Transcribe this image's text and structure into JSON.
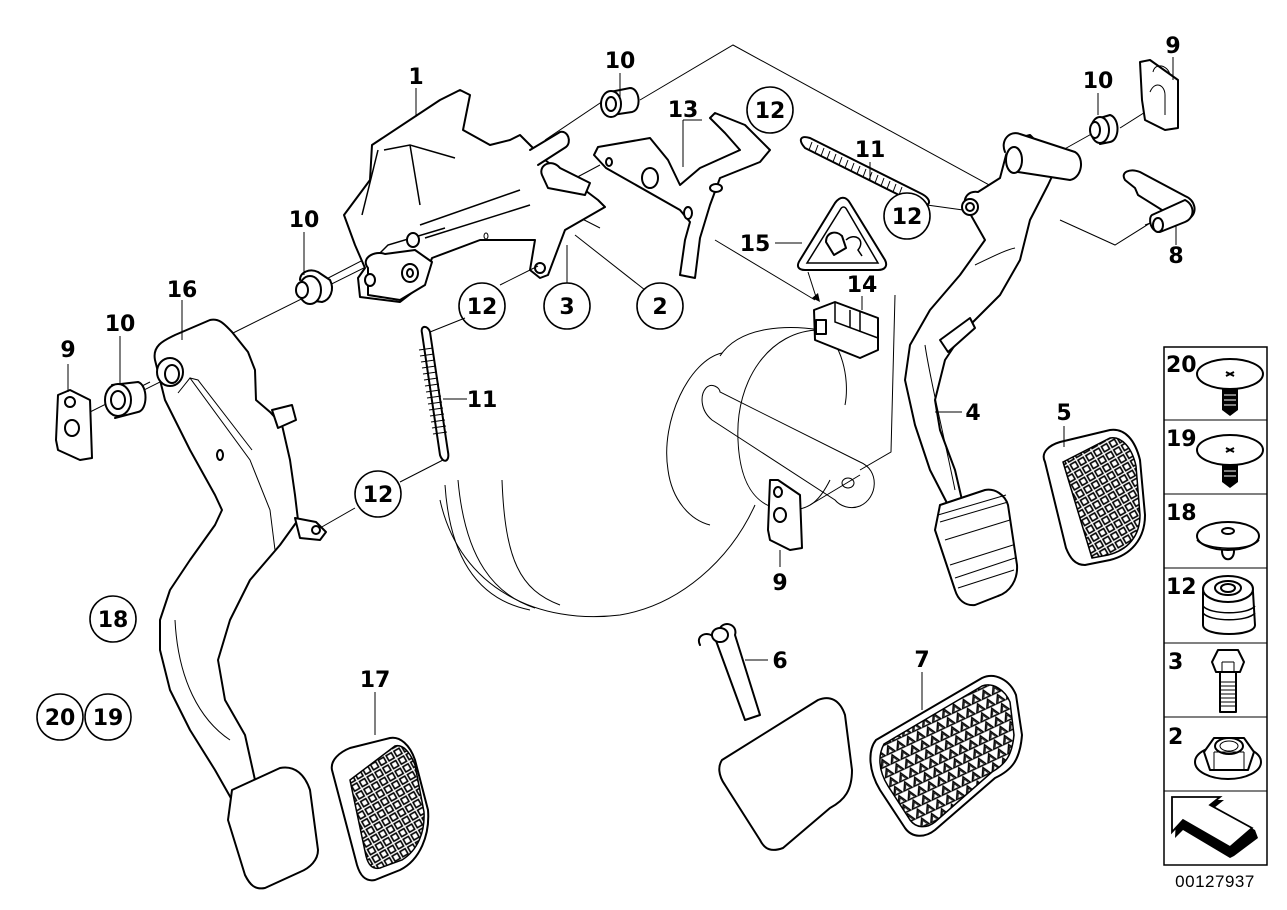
{
  "diagram": {
    "type": "exploded parts diagram",
    "subject": "pedal assembly",
    "diagram_number": "00127937",
    "callouts": [
      {
        "id": "c1",
        "label": "1",
        "circled": false,
        "part": "pedal bracket"
      },
      {
        "id": "c2",
        "label": "2",
        "circled": true,
        "part": "hex collar nut"
      },
      {
        "id": "c3",
        "label": "3",
        "circled": true,
        "part": "hex bolt"
      },
      {
        "id": "c4",
        "label": "4",
        "circled": false,
        "part": "brake pedal"
      },
      {
        "id": "c5",
        "label": "5",
        "circled": false,
        "part": "brake pedal pad"
      },
      {
        "id": "c6",
        "label": "6",
        "circled": false,
        "part": "accelerator pedal"
      },
      {
        "id": "c7",
        "label": "7",
        "circled": false,
        "part": "accelerator pedal pad"
      },
      {
        "id": "c8",
        "label": "8",
        "circled": false,
        "part": "pin with clip"
      },
      {
        "id": "c9a",
        "label": "9",
        "circled": false,
        "part": "retaining clip"
      },
      {
        "id": "c9b",
        "label": "9",
        "circled": false,
        "part": "retaining clip"
      },
      {
        "id": "c9c",
        "label": "9",
        "circled": false,
        "part": "retaining clip"
      },
      {
        "id": "c10a",
        "label": "10",
        "circled": false,
        "part": "bushing"
      },
      {
        "id": "c10b",
        "label": "10",
        "circled": false,
        "part": "bushing"
      },
      {
        "id": "c10c",
        "label": "10",
        "circled": false,
        "part": "bushing"
      },
      {
        "id": "c10d",
        "label": "10",
        "circled": false,
        "part": "bushing"
      },
      {
        "id": "c11a",
        "label": "11",
        "circled": false,
        "part": "tension spring"
      },
      {
        "id": "c11b",
        "label": "11",
        "circled": false,
        "part": "tension spring"
      },
      {
        "id": "c12a",
        "label": "12",
        "circled": true,
        "part": "rubber buffer"
      },
      {
        "id": "c12b",
        "label": "12",
        "circled": true,
        "part": "rubber buffer"
      },
      {
        "id": "c12c",
        "label": "12",
        "circled": true,
        "part": "rubber buffer"
      },
      {
        "id": "c12d",
        "label": "12",
        "circled": true,
        "part": "rubber buffer"
      },
      {
        "id": "c13",
        "label": "13",
        "circled": false,
        "part": "holder"
      },
      {
        "id": "c14",
        "label": "14",
        "circled": false,
        "part": "brake light switch"
      },
      {
        "id": "c15",
        "label": "15",
        "circled": false,
        "part": "electrical part symbol"
      },
      {
        "id": "c16",
        "label": "16",
        "circled": false,
        "part": "clutch pedal"
      },
      {
        "id": "c17",
        "label": "17",
        "circled": false,
        "part": "clutch pedal pad"
      },
      {
        "id": "c18",
        "label": "18",
        "circled": true,
        "part": "plug"
      },
      {
        "id": "c19",
        "label": "19",
        "circled": true,
        "part": "expanding rivet"
      },
      {
        "id": "c20",
        "label": "20",
        "circled": true,
        "part": "expanding rivet"
      }
    ]
  },
  "legend": {
    "items": [
      {
        "label": "20",
        "icon": "expanding-rivet-icon"
      },
      {
        "label": "19",
        "icon": "expanding-rivet-icon"
      },
      {
        "label": "18",
        "icon": "plug-icon"
      },
      {
        "label": "12",
        "icon": "rubber-buffer-icon"
      },
      {
        "label": "3",
        "icon": "hex-bolt-icon"
      },
      {
        "label": "2",
        "icon": "hex-collar-nut-icon"
      },
      {
        "label": "",
        "icon": "direction-arrow-icon"
      }
    ]
  }
}
